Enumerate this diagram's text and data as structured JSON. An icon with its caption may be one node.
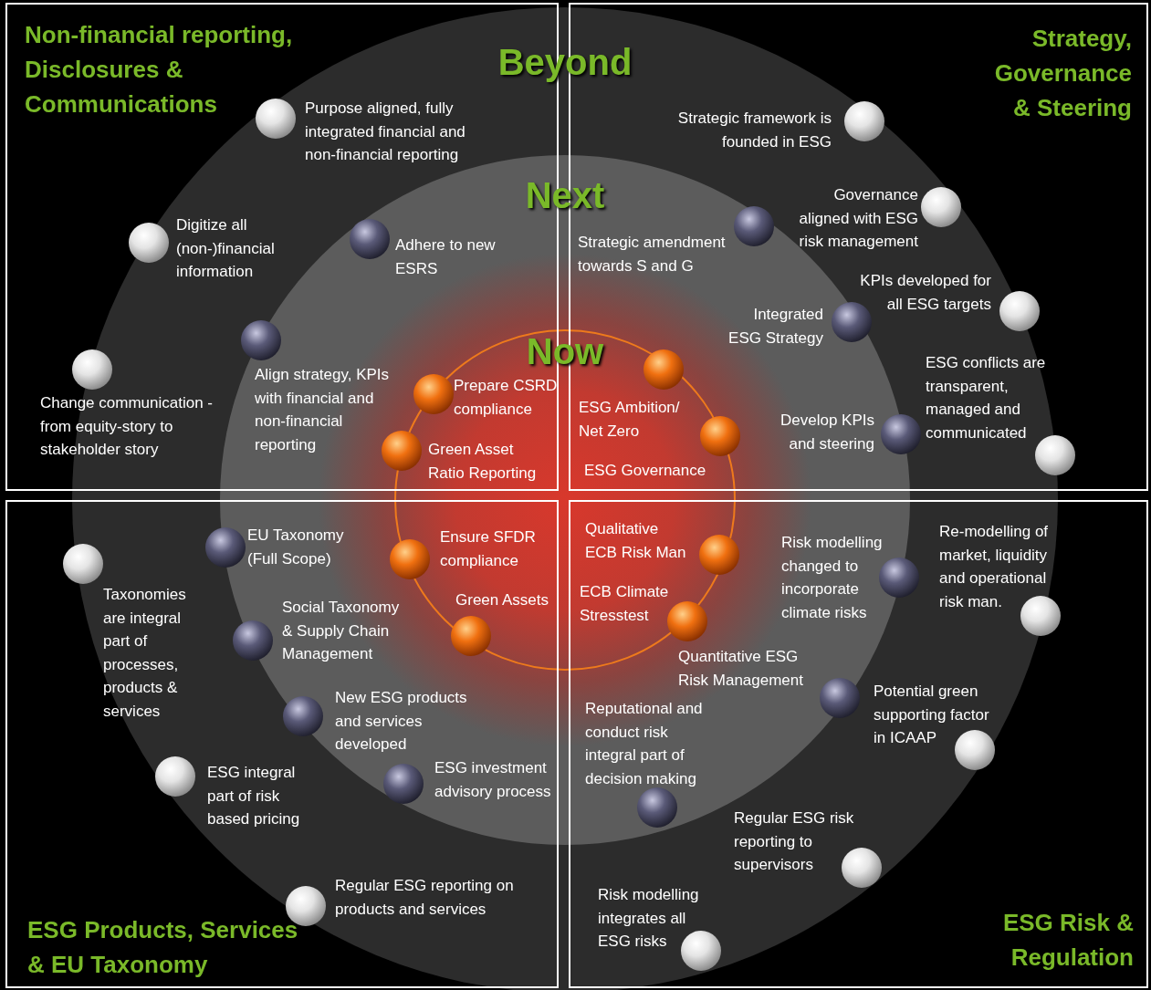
{
  "diagram": {
    "nodes": [
      {
        "text": [
          "Non-financial reporting, Disclosures & Communications"
        ]
      },
      {
        "text": [
          "Strategy, Governance & Steering"
        ]
      },
      {
        "text": [
          "Beyond"
        ]
      },
      {
        "text": [
          "Next"
        ],
        "in": 2
      },
      {
        "text": [
          "Now"
        ],
        "in": 3
      },
      {
        "text": [
          "ESG Products, Services & EU Taxonomy"
        ]
      },
      {
        "text": [
          "ESG Risk & Regulation"
        ]
      }
    ],
    "labels": [
      "Purpose aligned, fully integrated financial and non-financial reporting",
      "Strategic framework is founded in ESG",
      "Governance aligned with ESG risk management",
      "Digitize all (non-)financial information",
      "Strategic amendment towards S and G",
      "Adhere to new ESRS",
      "KPIs developed for all ESG targets",
      "Integrated ESG Strategy",
      "ESG conflicts are transparent, managed and communicated",
      "Align strategy, KPIs with financial and non-financial reporting",
      "Prepare CSRD compliance",
      "Change communication - from equity-story to stakeholder story",
      "ESG Ambition/ Net Zero",
      "Develop KPIs and steering",
      "Green Asset Ratio Reporting",
      "ESG Governance",
      "Qualitative ECB Risk Man",
      "Re-modelling of market, liquidity and operational risk man.",
      "EU Taxonomy (Full Scope)",
      "Ensure SFDR compliance",
      "Risk modelling changed to incorporate climate risks",
      "ECB Climate Stresstest",
      "Taxonomies are integral part of processes, products & services",
      "Green Assets",
      "Social Taxonomy & Supply Chain Management",
      "Quantitative ESG Risk Management",
      "Potential green supporting factor in ICAAP",
      "New ESG products and services developed",
      "Reputational and conduct risk integral part of decision making",
      "ESG investment advisory process",
      "ESG integral part of risk based pricing",
      "Regular ESG risk reporting to supervisors",
      "Regular ESG reporting on products and services",
      "Risk modelling integrates all ESG risks"
    ]
  }
}
